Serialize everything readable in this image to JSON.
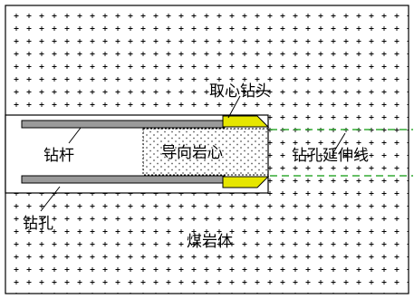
{
  "labels": {
    "drill_bit": "取心钻头",
    "drill_rod": "钻杆",
    "guide_core": "导向岩心",
    "borehole_extension": "钻孔延伸线",
    "borehole": "钻孔",
    "coal_rock": "煤岩体"
  },
  "colors": {
    "coal_rock_dot": "#000000",
    "rod_fill": "#9a9a9a",
    "bit_fill": "#e6e600",
    "extension_line": "#33aa33",
    "core_dots": "#555555",
    "outline": "#000000"
  }
}
